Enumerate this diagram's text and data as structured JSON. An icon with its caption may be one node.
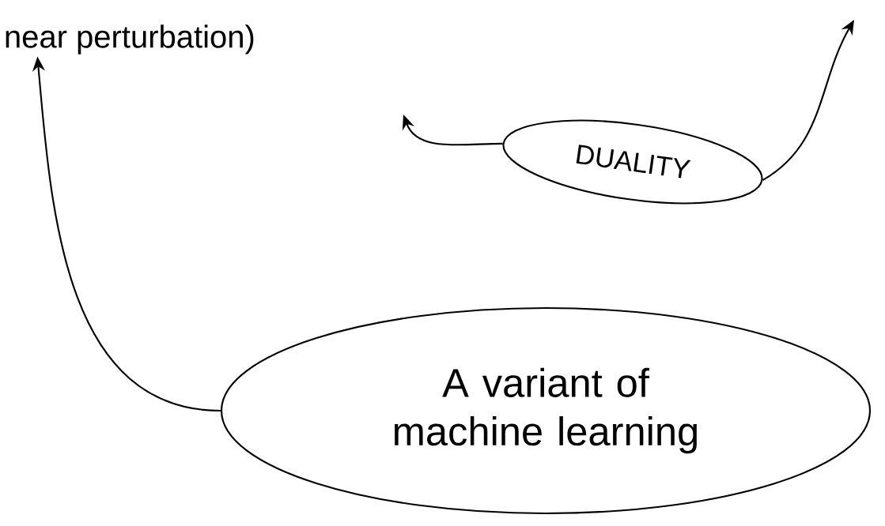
{
  "diagram": {
    "nodes": [
      {
        "text": [
          "near perturbation)"
        ]
      },
      {
        "text": [
          "DUALITY"
        ]
      },
      {
        "text": [
          "A variant of machine learning"
        ]
      }
    ],
    "edges": [
      {
        "from": 2,
        "to": 0,
        "arrow": "to"
      },
      {
        "from": 1,
        "to": null,
        "arrow": "to"
      },
      {
        "from": 1,
        "to": null,
        "arrow": "to"
      }
    ]
  }
}
